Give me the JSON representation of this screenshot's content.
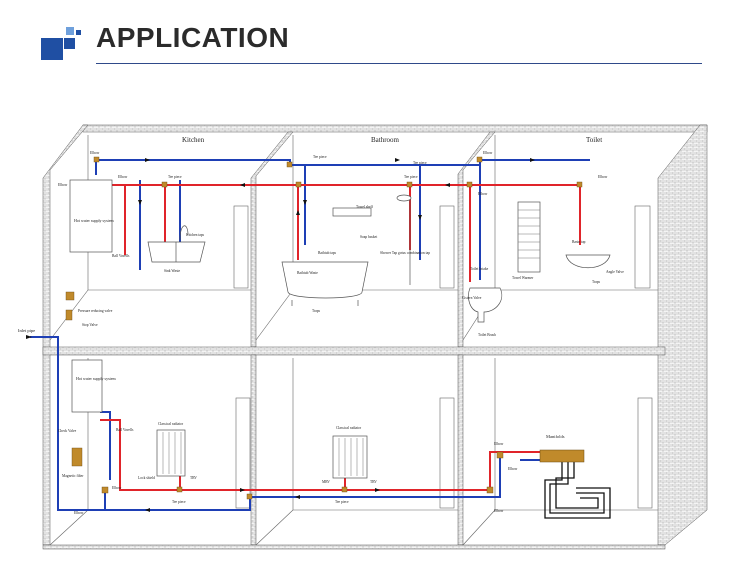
{
  "header": {
    "title": "APPLICATION",
    "brand_color": "#1f4fa3",
    "accent_color": "#6fa0dc"
  },
  "colors": {
    "hot_pipe": "#e0242a",
    "cold_pipe": "#1e3fb5",
    "wall": "#555555",
    "fitting": "#c08a2b"
  },
  "rooms": {
    "kitchen": "Kitchen",
    "bathroom": "Bathroom",
    "toilet": "Toilet"
  },
  "labels": {
    "inlet_pipe": "Inlet pipe",
    "elbow": "Elbow",
    "tee_piece": "Tee piece",
    "hot_water_top": "Hot water supply system",
    "hot_water_bottom": "Hot water supply system",
    "ball_valve_top": "Ball Vavells",
    "pressure_reducing": "Pressure reducing valve",
    "stop_valve": "Stop Valve",
    "sink_waste": "Sink Waste",
    "kitchen_taps": "Kitchen taps",
    "towel_shelf": "Towel shelf",
    "soap_basket": "Soap basket",
    "bathtub_taps": "Bathtub taps",
    "bathtub_waste": "Bathtub Waste",
    "shower_tap": "Shower Tap gotus combination tap",
    "traps": "Traps",
    "towel_warmer": "Towel Warmer",
    "basin_tap": "Basin tap",
    "angle_valve": "Angle Valve",
    "toilet_brush": "Toilet Brush",
    "angle_valve_toilet": "Cistern Valve",
    "toilet_intake": "Toilet Intake",
    "check_valve": "Check Valve",
    "magnetic_filter": "Magnetic filter",
    "ball_valve_bottom": "Ball Vavells",
    "classical_radiator_1": "Classical radiator",
    "classical_radiator_2": "Classical radiator",
    "lock_shield": "Lock shield",
    "trv": "TRV",
    "mrv": "MRV",
    "manifolds": "Manifolds"
  }
}
